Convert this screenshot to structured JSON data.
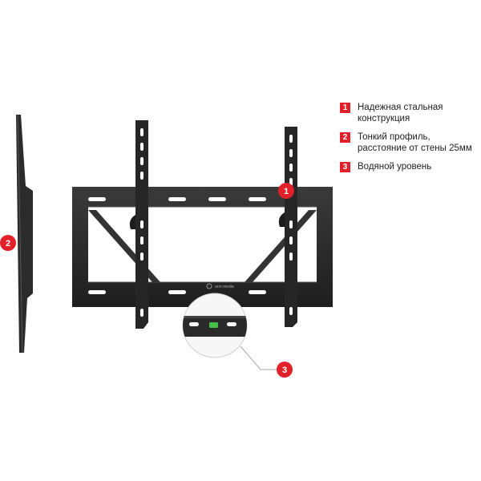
{
  "colors": {
    "accent": "#e2202a",
    "steel": "#2a2a2a",
    "level_bubble": "#44c04a"
  },
  "callouts": [
    {
      "num": "1",
      "text": "Надежная стальная\nконструкция"
    },
    {
      "num": "2",
      "text": "Тонкий профиль,\nрасстояние от стены 25мм"
    },
    {
      "num": "3",
      "text": "Водяной уровень"
    }
  ],
  "markers": [
    "1",
    "2",
    "3"
  ],
  "brand": "arm media"
}
